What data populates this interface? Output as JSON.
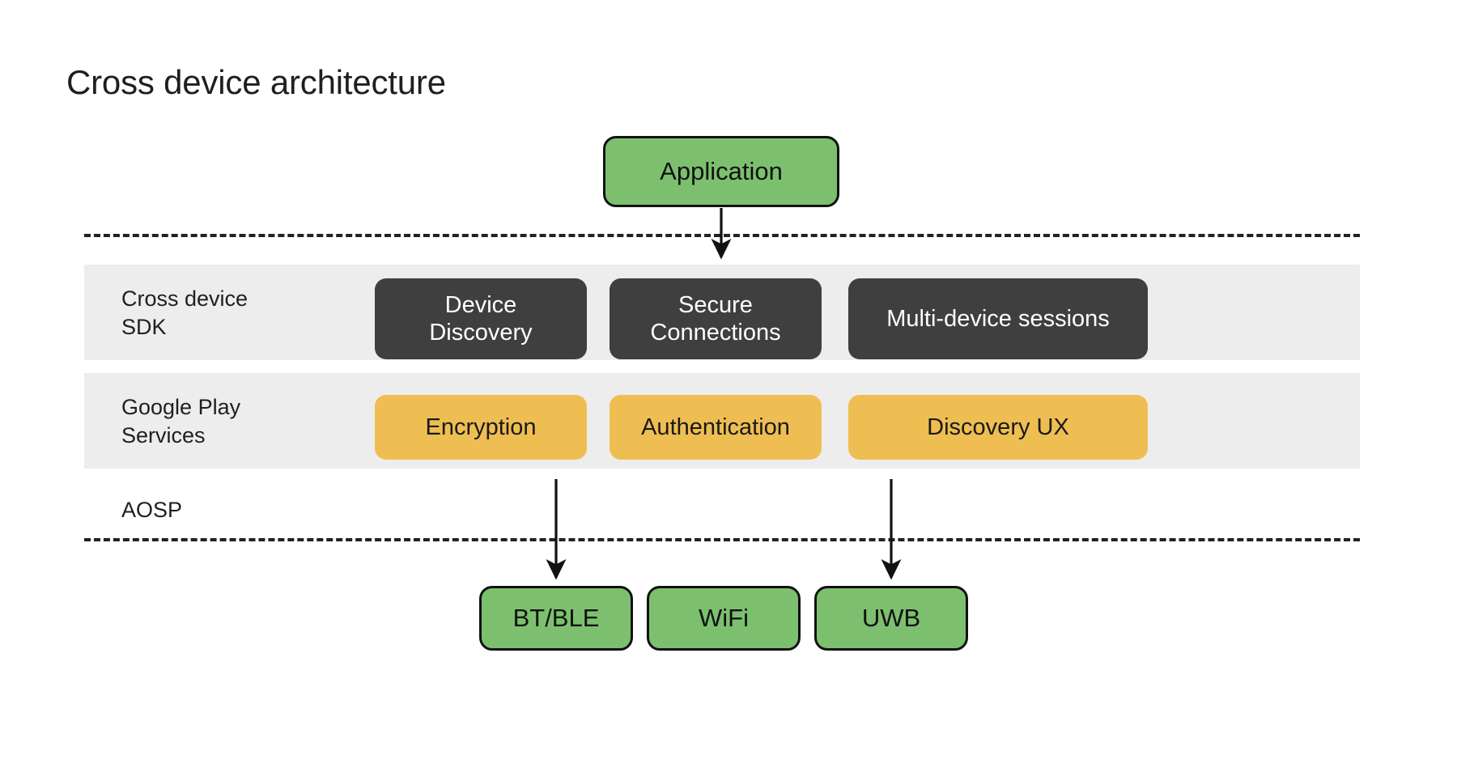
{
  "page": {
    "title": "Cross device architecture",
    "background_color": "#ffffff"
  },
  "colors": {
    "green": "#7cc06f",
    "green_border": "#111111",
    "dark": "#3f3f3f",
    "yellow": "#efbe52",
    "band_grey": "#ededed",
    "text_dark": "#1f1f1f",
    "text_light": "#ffffff",
    "dash_stroke": "#222222",
    "arrow_stroke": "#111111"
  },
  "diagram": {
    "type": "layered-architecture",
    "app_node": {
      "label": "Application",
      "style": "green"
    },
    "separators": [
      {
        "name": "top-dashed-separator"
      },
      {
        "name": "aosp-dashed-separator"
      }
    ],
    "layers": [
      {
        "id": "cross-device-sdk",
        "label": "Cross device\nSDK",
        "banded": true,
        "node_style": "dark",
        "nodes": [
          {
            "label": "Device\nDiscovery"
          },
          {
            "label": "Secure\nConnections"
          },
          {
            "label": "Multi-device sessions"
          }
        ]
      },
      {
        "id": "google-play-services",
        "label": "Google Play\nServices",
        "banded": true,
        "node_style": "yellow",
        "nodes": [
          {
            "label": "Encryption"
          },
          {
            "label": "Authentication"
          },
          {
            "label": "Discovery UX"
          }
        ]
      },
      {
        "id": "aosp",
        "label": "AOSP",
        "banded": false,
        "node_style": "green",
        "nodes": [
          {
            "label": "BT/BLE"
          },
          {
            "label": "WiFi"
          },
          {
            "label": "UWB"
          }
        ]
      }
    ],
    "connectors": [
      {
        "from": "Application",
        "to": "cross-device-sdk",
        "kind": "arrow-down"
      },
      {
        "from": "Encryption",
        "to": "BT/BLE",
        "kind": "arrow-down"
      },
      {
        "from": "Discovery UX",
        "to": "UWB",
        "kind": "arrow-down"
      }
    ]
  }
}
